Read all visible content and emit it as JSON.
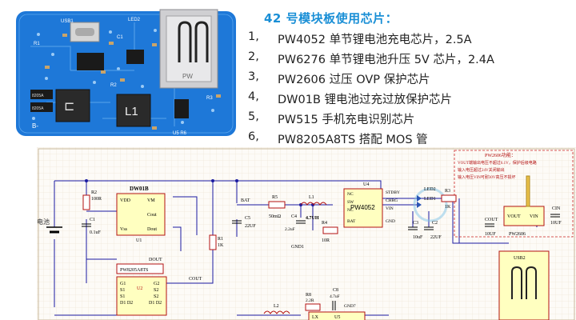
{
  "board": {
    "silkscreen": {
      "usb1": "USB1",
      "led": "LED2",
      "r1": "R1",
      "r2": "R2",
      "r3": "R3",
      "c1": "C1",
      "l1": "L1",
      "pw": "PW",
      "b_minus": "B-",
      "u5": "U5 R6",
      "part1": "8205A",
      "part2": "8205A"
    }
  },
  "heading": "42 号模块板使用芯片：",
  "chips": [
    {
      "num": "1,",
      "text": "PW4052 单节锂电池充电芯片，2.5A"
    },
    {
      "num": "2,",
      "text": "PW6276 单节锂电池升压 5V 芯片，2.4A"
    },
    {
      "num": "3,",
      "text": "PW2606 过压 OVP 保护芯片"
    },
    {
      "num": "4,",
      "text": "DW01B 锂电池过充过放保护芯片"
    },
    {
      "num": "5,",
      "text": "PW515 手机充电识别芯片"
    },
    {
      "num": "6,",
      "text": "PW8205A8TS 搭配 MOS 管"
    }
  ],
  "schematic": {
    "battery_label": "电池",
    "dw01": {
      "name": "DW01B",
      "pins": [
        "VDD",
        "VM",
        "Cout",
        "Vss",
        "Dout"
      ],
      "ref": "U1"
    },
    "r2": {
      "ref": "R2",
      "val": "100R"
    },
    "c1": {
      "ref": "C1",
      "val": "0.1uF"
    },
    "r1": {
      "ref": "R1",
      "val": "1K"
    },
    "mos": {
      "name": "PW8205A8TS",
      "ref": "U2",
      "pins_left": [
        "G1",
        "S1",
        "S1",
        "D1 D2"
      ],
      "pins_right": [
        "G2",
        "S2",
        "S2",
        "D1 D2"
      ],
      "dout": "DOUT",
      "cout": "COUT"
    },
    "bat_label": "BAT",
    "c5": {
      "ref": "C5",
      "val": "22UF"
    },
    "r5": {
      "ref": "R5",
      "val": "50mΩ"
    },
    "l1": {
      "ref": "L1",
      "val": "4.7UH"
    },
    "c4": {
      "ref": "C4",
      "val": "2.2uF"
    },
    "r4": {
      "ref": "R4",
      "val": "10R"
    },
    "gnd": "GND1",
    "u4": {
      "ref": "U4",
      "name": "PW4052",
      "pins_left": [
        "NC",
        "SW",
        "NC",
        "BAT"
      ],
      "pins_right": [
        "STDBY",
        "CHRG",
        "VIN",
        "GND"
      ]
    },
    "c3": {
      "ref": "C3",
      "val": "10uF"
    },
    "c2": {
      "ref": "C2",
      "val": "22UF"
    },
    "led2": "LED2",
    "led1": "LED1",
    "r3": {
      "ref": "R3",
      "val": "1K"
    },
    "pw2606": {
      "title": "PW2606功能：",
      "notes": [
        "VOUT端输出电压不超过6.1V，保护后级电路",
        "输入电压超过24V关闭输出",
        "输入电压VIN可耐30V高压不损坏"
      ],
      "name": "PW2606",
      "vout": "VOUT",
      "vin": "VIN",
      "cout": "COUT",
      "cout_val": "10UF",
      "cin": "CIN",
      "cin_val": "10UF"
    },
    "usb2": "USB2",
    "l2": "L2",
    "r8": {
      "ref": "R8",
      "val": "2.2R"
    },
    "c8": {
      "ref": "C8",
      "val": "4.7uF"
    },
    "u5": {
      "ref": "U5",
      "pin": "LX"
    },
    "gnd7": "GND7"
  }
}
